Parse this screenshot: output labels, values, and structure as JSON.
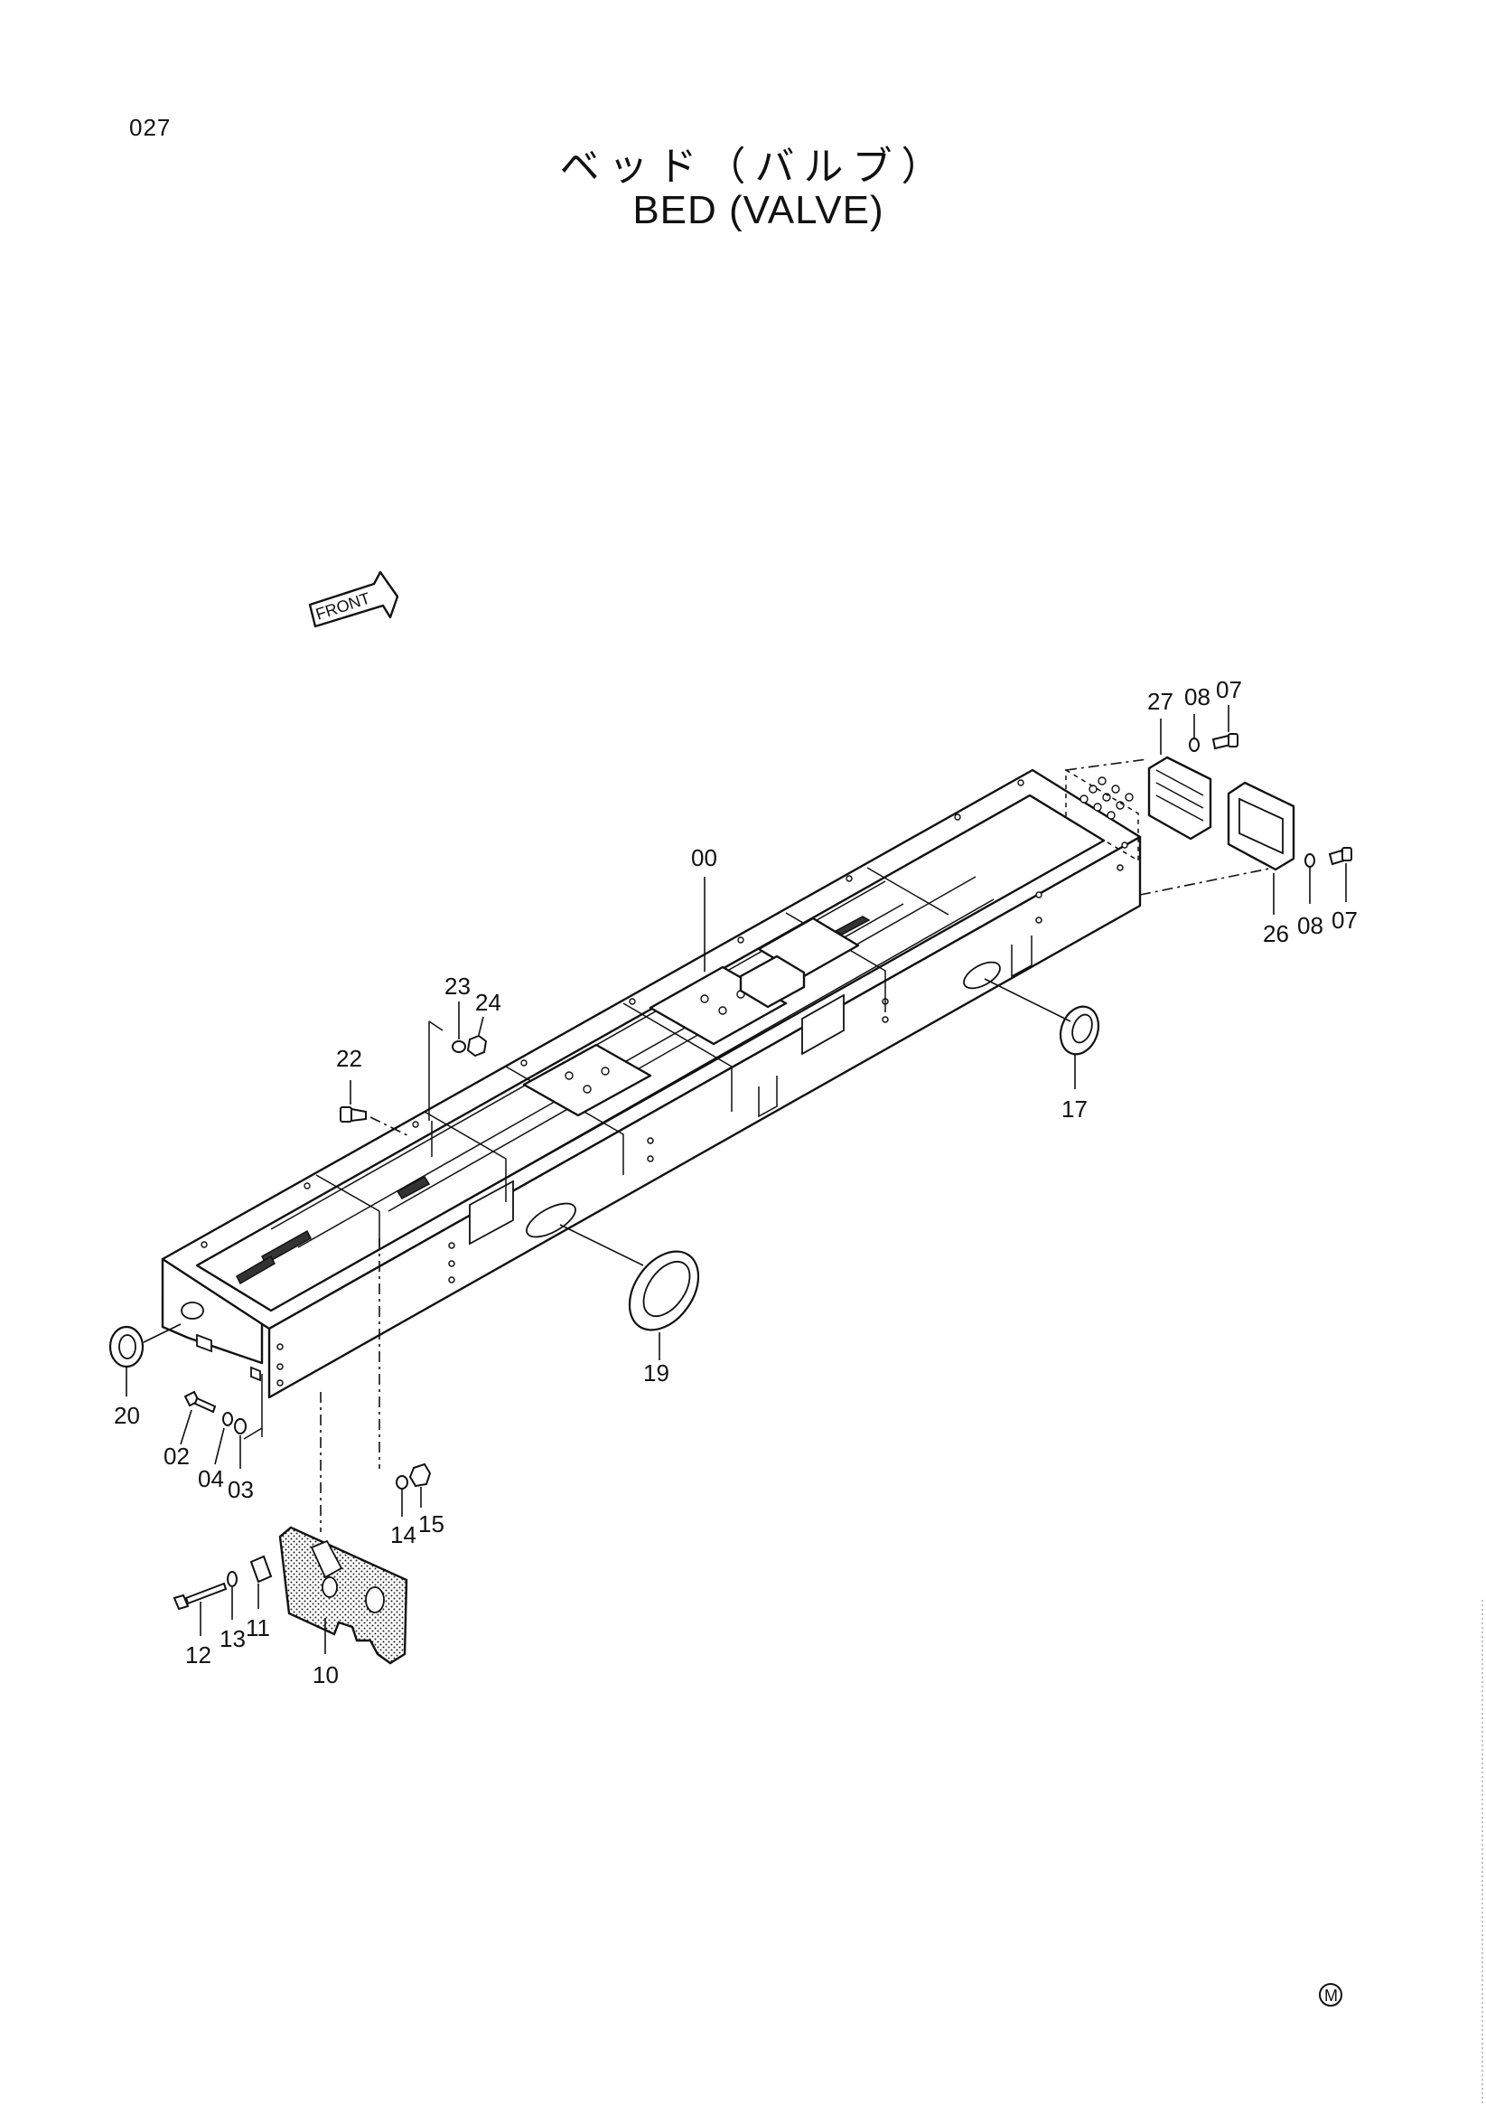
{
  "header": {
    "page_number": "027",
    "title_jp": "ベッド（バルブ）",
    "title_en": "BED (VALVE)"
  },
  "front_arrow": {
    "label": "FRONT"
  },
  "callouts": {
    "c00": "00",
    "c02": "02",
    "c03": "03",
    "c04": "04",
    "c07a": "07",
    "c07b": "07",
    "c08a": "08",
    "c08b": "08",
    "c10": "10",
    "c11": "11",
    "c12": "12",
    "c13": "13",
    "c14": "14",
    "c15": "15",
    "c17": "17",
    "c19": "19",
    "c20": "20",
    "c22": "22",
    "c23": "23",
    "c24": "24",
    "c26": "26",
    "c27": "27"
  },
  "footer": {
    "mark": "M"
  }
}
